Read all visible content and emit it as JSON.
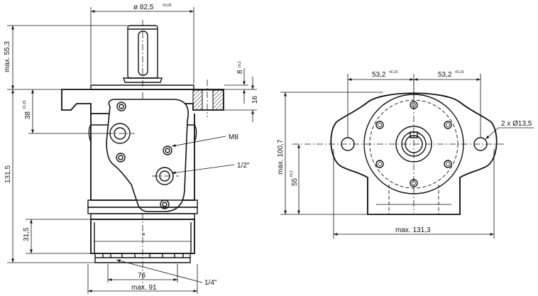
{
  "front_view": {
    "dims": {
      "diameter_pilot": "ø 82,5",
      "diameter_pilot_tol": "±0,05",
      "shaft_length": "max. 55,3",
      "flange_step": "8",
      "flange_step_tol": "±0,2",
      "flange_thickness": "16",
      "flange_to_port": "38",
      "flange_to_port_tol": "±0,15",
      "overall_height": "131,5",
      "body_section": "31,5",
      "base_width": "76",
      "max_width": "max. 91"
    },
    "labels": {
      "mounting_thread": "M8",
      "main_port": "1/2\"",
      "drain_port": "1/4\""
    }
  },
  "side_view": {
    "dims": {
      "hole_spacing_left": "53,2",
      "hole_spacing_left_tol": "±0,15",
      "hole_spacing_right": "53,2",
      "hole_spacing_right_tol": "±0,15",
      "hole_callout": "2 x Ø13,5",
      "overall_height": "max. 100,7",
      "center_height": "55",
      "center_height_tol": "±0,2",
      "overall_width": "max. 131,3"
    }
  }
}
